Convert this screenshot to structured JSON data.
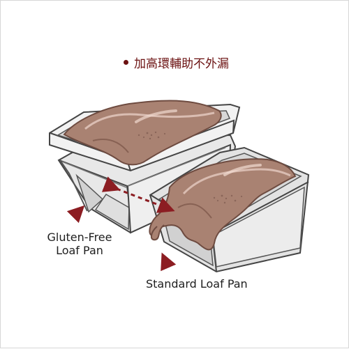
{
  "caption": {
    "text": "加高環輔助不外漏"
  },
  "labels": {
    "gluten_free_line1": "Gluten-Free",
    "gluten_free_line2": "Loaf Pan",
    "standard": "Standard Loaf Pan"
  },
  "icons": {
    "caption_bullet": "bullet-dot-icon",
    "gluten_arrow": "dashed-arrow-icon",
    "standard_arrow": "dashed-arrow-icon",
    "compare_arrow": "double-dashed-arrow-icon"
  },
  "colors": {
    "accent": "#8c1d22",
    "caption": "#6b1111",
    "pan_fill": "#e7e7e7",
    "pan_stroke": "#444444",
    "bread": "#a98272",
    "bread_dark": "#7e584b"
  }
}
